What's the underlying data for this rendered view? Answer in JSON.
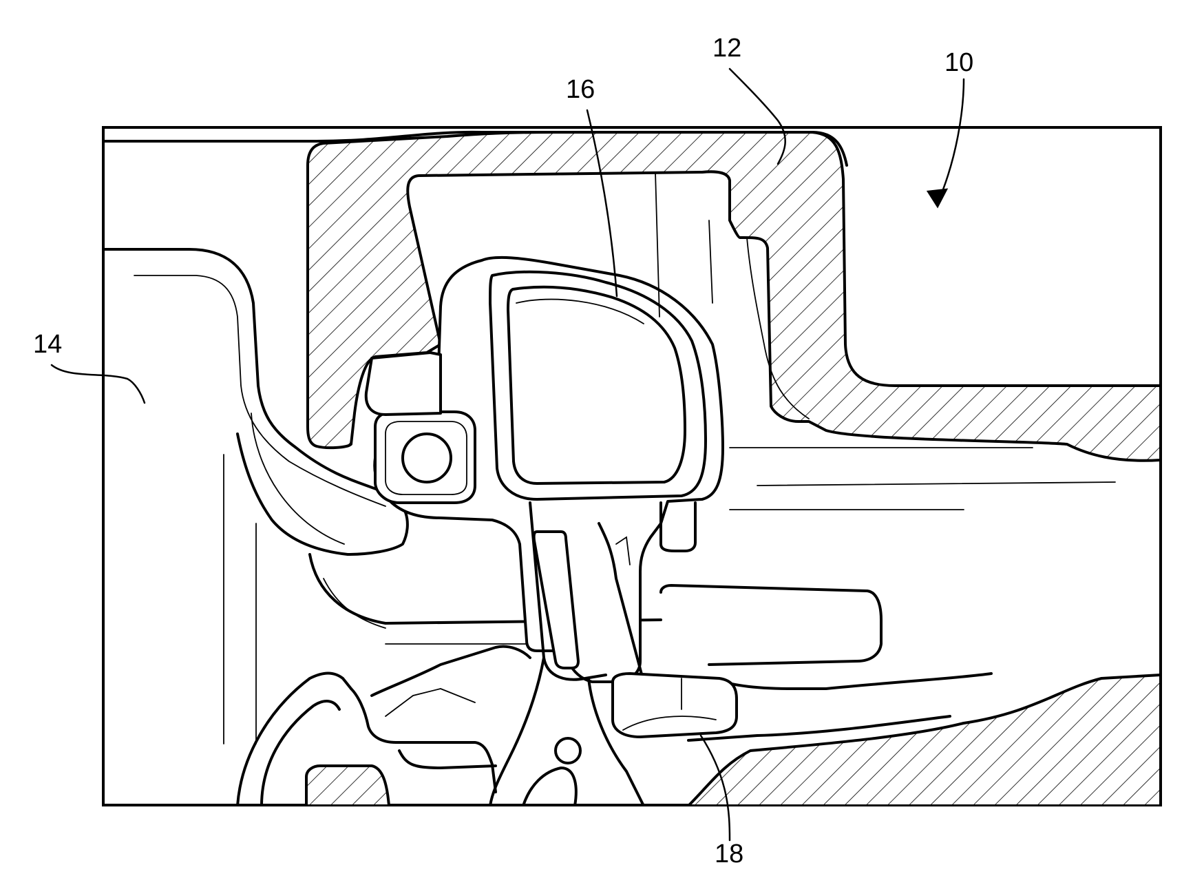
{
  "figure": {
    "labels": {
      "ref_10": "10",
      "ref_12": "12",
      "ref_14": "14",
      "ref_16": "16",
      "ref_18": "18"
    }
  }
}
